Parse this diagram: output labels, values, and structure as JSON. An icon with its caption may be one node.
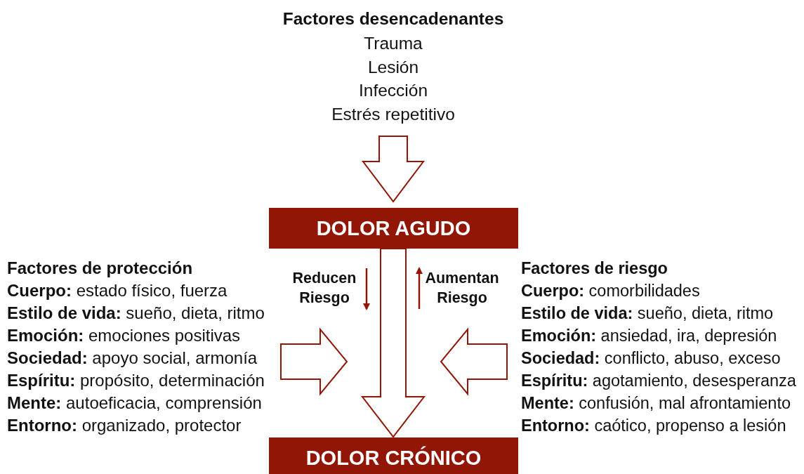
{
  "diagram": {
    "nodes": [
      {
        "text": [
          "Factores desencadenantes",
          "Trauma",
          "Lesión",
          "Infección",
          "Estrés repetitivo"
        ]
      },
      {
        "text": [
          "DOLOR AGUDO"
        ]
      },
      {
        "text": [
          "Factores de protección",
          "**Cuerpo:** estado físico, fuerza",
          "**Estilo de vida:** sueño, dieta, ritmo",
          "**Emoción:** emociones positivas",
          "**Sociedad:** apoyo social, armonía",
          "**Espíritu:** propósito, determinación",
          "**Mente:** autoeficacia, comprensión",
          "**Entorno:** organizado, protector"
        ]
      },
      {
        "text": [
          "Factores de riesgo",
          "**Cuerpo:** comorbilidades",
          "**Estilo de vida:** sueño, dieta, ritmo",
          "**Emoción:** ansiedad, ira, depresión",
          "**Sociedad:** conflicto, abuso, exceso",
          "**Espíritu:** agotamiento, desesperanza",
          "**Mente:** confusión, mal afrontamiento",
          "**Entorno:** caótico, propenso a lesión"
        ]
      },
      {
        "text": [
          "DOLOR CRÓNICO"
        ]
      }
    ],
    "edges": [
      {
        "from": 0,
        "to": 1,
        "arrow": "to"
      },
      {
        "from": 1,
        "to": 4,
        "arrow": "to"
      },
      {
        "from": 2,
        "to": null,
        "arrow": "to"
      },
      {
        "from": 3,
        "to": null,
        "arrow": "to"
      }
    ],
    "labels": [
      "Reducen Riesgo",
      "Aumentan Riesgo"
    ]
  }
}
